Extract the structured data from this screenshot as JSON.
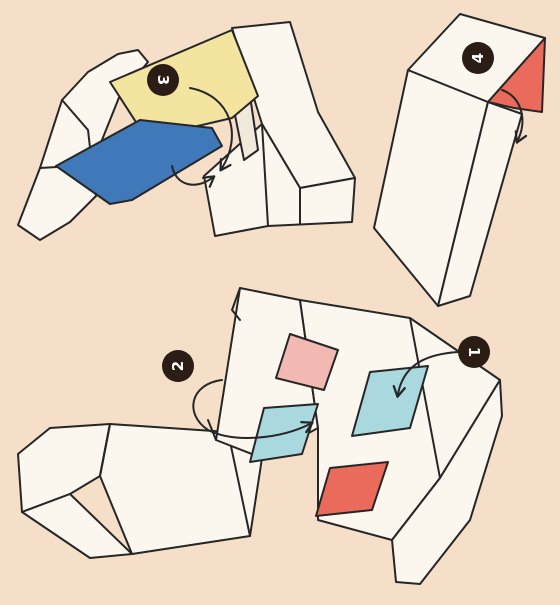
{
  "steps": [
    {
      "number": "1",
      "rotation": 90
    },
    {
      "number": "2",
      "rotation": -90
    },
    {
      "number": "3",
      "rotation": 90
    },
    {
      "number": "4",
      "rotation": -90
    }
  ],
  "colors": {
    "background": "#f6dfc8",
    "paper": "#fbf6ee",
    "outline": "#262626",
    "yellow_card": "#f3e5a0",
    "blue_card": "#3f79b9",
    "light_blue": "#a9d8df",
    "pink": "#f2b9b3",
    "coral": "#ea6a5c",
    "badge": "#2b1d16"
  },
  "arrow_icon": "curved-arrow"
}
